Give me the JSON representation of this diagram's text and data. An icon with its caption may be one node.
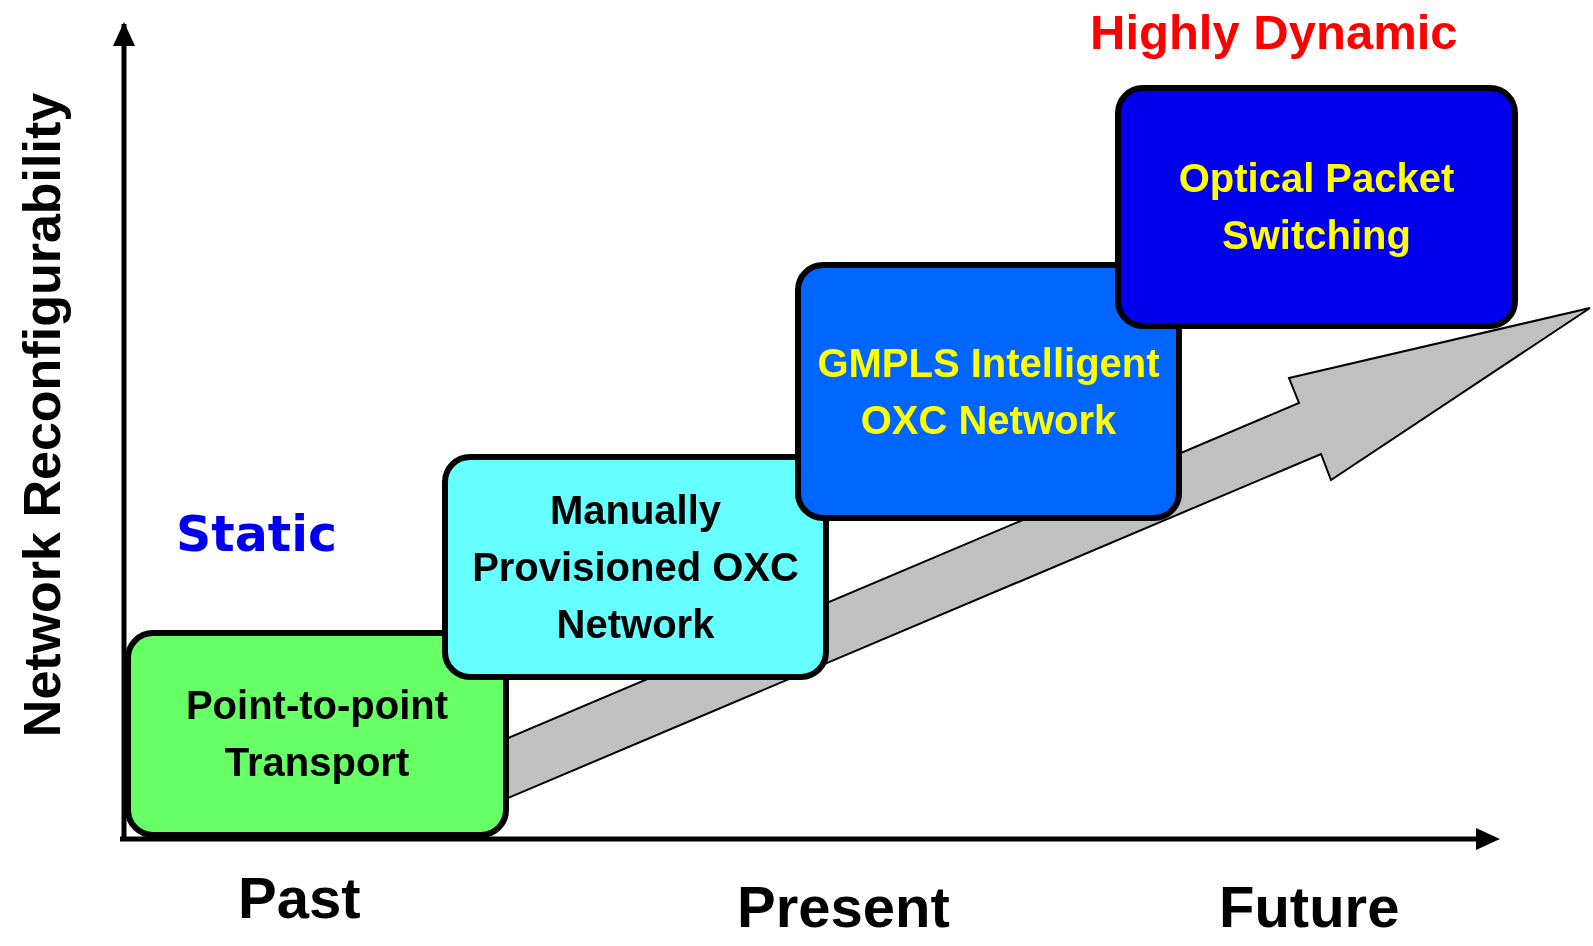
{
  "diagram": {
    "nodes": [
      {
        "text": [
          "Point-to-point Transport"
        ]
      },
      {
        "text": [
          "Manually Provisioned OXC Network"
        ]
      },
      {
        "text": [
          "GMPLS Intelligent OXC Network"
        ]
      },
      {
        "text": [
          "Optical Packet Switching"
        ]
      }
    ],
    "edges": [],
    "labels": [
      "Highly Dynamic",
      "Network Reconfigurability",
      "Static",
      "Past",
      "Present",
      "Future"
    ]
  }
}
